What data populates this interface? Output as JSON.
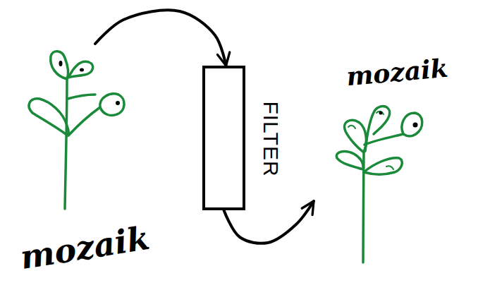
{
  "diagram": {
    "nodes": [
      {
        "text": [
          "mozaik"
        ]
      },
      {
        "text": [
          "FILTER"
        ]
      },
      {
        "text": [
          "mozaik"
        ]
      }
    ],
    "edges": [
      {
        "from": 0,
        "to": 1,
        "arrow": "to"
      },
      {
        "from": 1,
        "to": 2,
        "arrow": "to"
      }
    ]
  }
}
